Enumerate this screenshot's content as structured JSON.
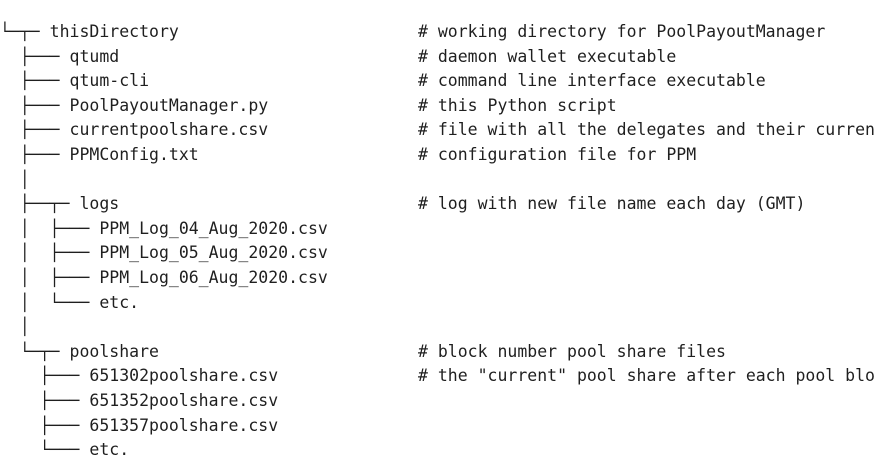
{
  "lines": [
    {
      "prefix": "└─┬─ ",
      "name": "thisDirectory",
      "comment": "# working directory for PoolPayoutManager"
    },
    {
      "prefix": "  ├─── ",
      "name": "qtumd",
      "comment": "# daemon wallet executable"
    },
    {
      "prefix": "  ├─── ",
      "name": "qtum-cli",
      "comment": "# command line interface executable"
    },
    {
      "prefix": "  ├─── ",
      "name": "PoolPayoutManager.py",
      "comment": "# this Python script"
    },
    {
      "prefix": "  ├─── ",
      "name": "currentpoolshare.csv",
      "comment": "# file with all the delegates and their current"
    },
    {
      "prefix": "  ├─── ",
      "name": "PPMConfig.txt",
      "comment": "# configuration file for PPM"
    },
    {
      "prefix": "  │",
      "name": "",
      "comment": ""
    },
    {
      "prefix": "  ├──┬─ ",
      "name": "logs",
      "comment": "# log with new file name each day (GMT)"
    },
    {
      "prefix": "  │  ├─── ",
      "name": "PPM_Log_04_Aug_2020.csv",
      "comment": ""
    },
    {
      "prefix": "  │  ├─── ",
      "name": "PPM_Log_05_Aug_2020.csv",
      "comment": ""
    },
    {
      "prefix": "  │  ├─── ",
      "name": "PPM_Log_06_Aug_2020.csv",
      "comment": ""
    },
    {
      "prefix": "  │  └─── ",
      "name": "etc.",
      "comment": ""
    },
    {
      "prefix": "  │",
      "name": "",
      "comment": ""
    },
    {
      "prefix": "  └─┬─ ",
      "name": "poolshare",
      "comment": "# block number pool share files"
    },
    {
      "prefix": "    ├─── ",
      "name": "651302poolshare.csv",
      "comment": "# the \"current\" pool share after each pool block"
    },
    {
      "prefix": "    ├─── ",
      "name": "651352poolshare.csv",
      "comment": ""
    },
    {
      "prefix": "    ├─── ",
      "name": "651357poolshare.csv",
      "comment": ""
    },
    {
      "prefix": "    └─── ",
      "name": "etc.",
      "comment": ""
    }
  ]
}
